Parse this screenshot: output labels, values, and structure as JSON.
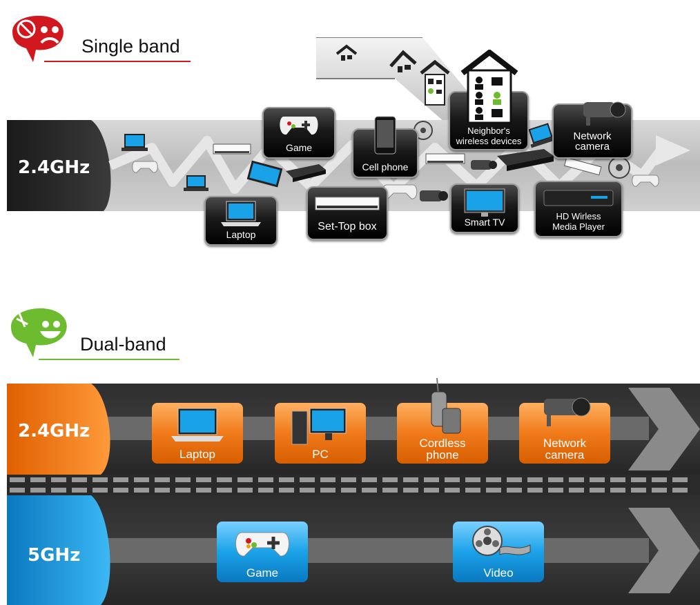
{
  "single": {
    "heading": "Single band",
    "band": "2.4GHz",
    "tiles": {
      "game": "Game",
      "cell": "Cell phone",
      "neighbor_line1": "Neighbor's",
      "neighbor_line2": "wireless devices",
      "network_line1": "Network",
      "network_line2": "camera",
      "laptop": "Laptop",
      "settop": "Set-Top box",
      "smarttv": "Smart TV",
      "hd_line1": "HD Wirless",
      "hd_line2": "Media Player"
    }
  },
  "dual": {
    "heading": "Dual-band",
    "band24": "2.4GHz",
    "band5": "5GHz",
    "tiles24": {
      "laptop": "Laptop",
      "pc": "PC",
      "cordless_line1": "Cordless",
      "cordless_line2": "phone",
      "network_line1": "Network",
      "network_line2": "camera"
    },
    "tiles5": {
      "game": "Game",
      "video": "Video"
    }
  },
  "colors": {
    "sad_face": "#d0181e",
    "happy_face": "#6dbb2e",
    "band24": "#f07a1a",
    "band5": "#1aa2e8",
    "tile_dark": "#1a1a1a"
  },
  "icons": [
    "sad-face-icon",
    "happy-face-icon",
    "house-icon",
    "arrow-icon",
    "laptop-icon",
    "gamepad-icon",
    "phone-icon",
    "camera-icon",
    "tv-icon",
    "settop-icon",
    "pc-icon",
    "cordless-phone-icon",
    "film-reel-icon"
  ]
}
